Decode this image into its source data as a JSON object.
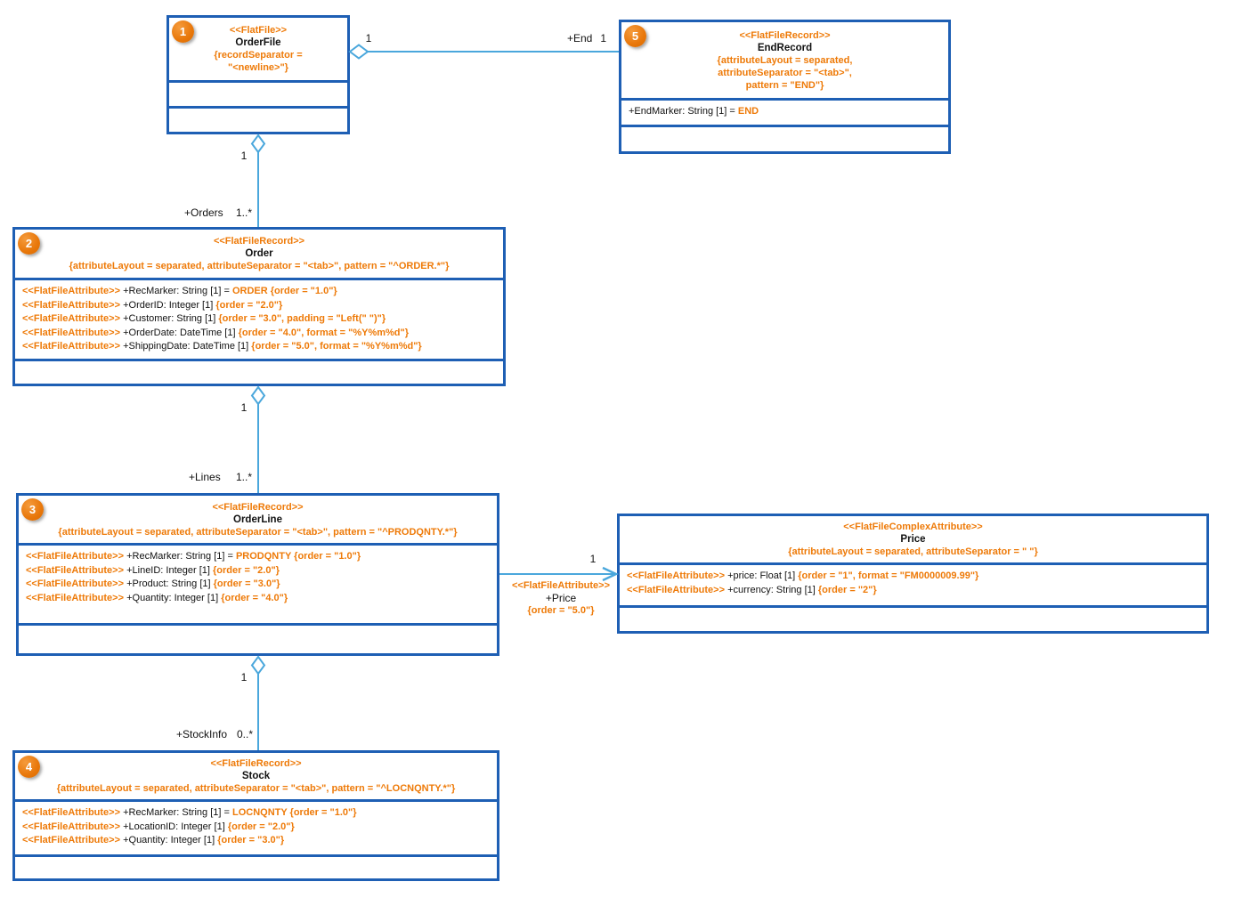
{
  "colors": {
    "box_border_blue": "#1E5FB4",
    "connector_blue": "#4AA7DC",
    "accent_orange": "#EE7A08",
    "badge_orange": "#E8770A"
  },
  "boxes": {
    "orderFile": {
      "badge": "1",
      "stereotype": "<<FlatFile>>",
      "name": "OrderFile",
      "constraint": "{recordSeparator =\n\"<newline>\"}",
      "attributes": []
    },
    "endRecord": {
      "badge": "5",
      "stereotype": "<<FlatFileRecord>>",
      "name": "EndRecord",
      "constraint": "{attributeLayout = separated,\nattributeSeparator = \"<tab>\",\npattern = \"END\"}",
      "attributes": [
        [
          {
            "t": "+EndMarker: String [1] = ",
            "s": "k"
          },
          {
            "t": "END",
            "s": "o"
          }
        ]
      ]
    },
    "order": {
      "badge": "2",
      "stereotype": "<<FlatFileRecord>>",
      "name": "Order",
      "constraint": "{attributeLayout = separated, attributeSeparator = \"<tab>\", pattern = \"^ORDER.*\"}",
      "attributes": [
        [
          {
            "t": "<<FlatFileAttribute>>",
            "s": "o"
          },
          {
            "t": " +RecMarker: String [1] = ",
            "s": "k"
          },
          {
            "t": "ORDER {order = \"1.0\"}",
            "s": "o"
          }
        ],
        [
          {
            "t": "<<FlatFileAttribute>>",
            "s": "o"
          },
          {
            "t": " +OrderID: Integer [1] ",
            "s": "k"
          },
          {
            "t": "{order = \"2.0\"}",
            "s": "o"
          }
        ],
        [
          {
            "t": "<<FlatFileAttribute>>",
            "s": "o"
          },
          {
            "t": " +Customer: String [1] ",
            "s": "k"
          },
          {
            "t": "{order = \"3.0\", padding = \"Left(\" \")\"}",
            "s": "o"
          }
        ],
        [
          {
            "t": "<<FlatFileAttribute>>",
            "s": "o"
          },
          {
            "t": " +OrderDate: DateTime [1] ",
            "s": "k"
          },
          {
            "t": "{order = \"4.0\", format = \"%Y%m%d\"}",
            "s": "o"
          }
        ],
        [
          {
            "t": "<<FlatFileAttribute>>",
            "s": "o"
          },
          {
            "t": " +ShippingDate: DateTime [1] ",
            "s": "k"
          },
          {
            "t": "{order = \"5.0\", format = \"%Y%m%d\"}",
            "s": "o"
          }
        ]
      ]
    },
    "orderLine": {
      "badge": "3",
      "stereotype": "<<FlatFileRecord>>",
      "name": "OrderLine",
      "constraint": "{attributeLayout = separated, attributeSeparator = \"<tab>\", pattern = \"^PRODQNTY.*\"}",
      "attributes": [
        [
          {
            "t": "<<FlatFileAttribute>>",
            "s": "o"
          },
          {
            "t": " +RecMarker: String [1] = ",
            "s": "k"
          },
          {
            "t": "PRODQNTY {order = \"1.0\"}",
            "s": "o"
          }
        ],
        [
          {
            "t": "<<FlatFileAttribute>>",
            "s": "o"
          },
          {
            "t": " +LineID: Integer [1] ",
            "s": "k"
          },
          {
            "t": "{order = \"2.0\"}",
            "s": "o"
          }
        ],
        [
          {
            "t": "<<FlatFileAttribute>>",
            "s": "o"
          },
          {
            "t": " +Product: String [1] ",
            "s": "k"
          },
          {
            "t": "{order = \"3.0\"}",
            "s": "o"
          }
        ],
        [
          {
            "t": "<<FlatFileAttribute>>",
            "s": "o"
          },
          {
            "t": " +Quantity: Integer [1] ",
            "s": "k"
          },
          {
            "t": "{order = \"4.0\"}",
            "s": "o"
          }
        ]
      ]
    },
    "price": {
      "stereotype": "<<FlatFileComplexAttribute>>",
      "name": "Price",
      "constraint": "{attributeLayout = separated, attributeSeparator = \" \"}",
      "attributes": [
        [
          {
            "t": "<<FlatFileAttribute>>",
            "s": "o"
          },
          {
            "t": " +price: Float [1] ",
            "s": "k"
          },
          {
            "t": "{order = \"1\", format = \"FM0000009.99\"}",
            "s": "o"
          }
        ],
        [
          {
            "t": "<<FlatFileAttribute>>",
            "s": "o"
          },
          {
            "t": " +currency: String [1] ",
            "s": "k"
          },
          {
            "t": "{order = \"2\"}",
            "s": "o"
          }
        ]
      ]
    },
    "stock": {
      "badge": "4",
      "stereotype": "<<FlatFileRecord>>",
      "name": "Stock",
      "constraint": "{attributeLayout = separated, attributeSeparator = \"<tab>\", pattern = \"^LOCNQNTY.*\"}",
      "attributes": [
        [
          {
            "t": "<<FlatFileAttribute>>",
            "s": "o"
          },
          {
            "t": " +RecMarker: String [1] = ",
            "s": "k"
          },
          {
            "t": "LOCNQNTY {order = \"1.0\"}",
            "s": "o"
          }
        ],
        [
          {
            "t": "<<FlatFileAttribute>>",
            "s": "o"
          },
          {
            "t": " +LocationID: Integer [1] ",
            "s": "k"
          },
          {
            "t": "{order = \"2.0\"}",
            "s": "o"
          }
        ],
        [
          {
            "t": "<<FlatFileAttribute>>",
            "s": "o"
          },
          {
            "t": " +Quantity: Integer [1] ",
            "s": "k"
          },
          {
            "t": "{order = \"3.0\"}",
            "s": "o"
          }
        ]
      ]
    }
  },
  "connectors": {
    "fileEnd": {
      "wholeMult": "1",
      "role": "+End",
      "partMult": "1"
    },
    "fileOrders": {
      "wholeMult": "1",
      "role": "+Orders",
      "partMult": "1..*"
    },
    "orderLines": {
      "wholeMult": "1",
      "role": "+Lines",
      "partMult": "1..*"
    },
    "lineStock": {
      "wholeMult": "1",
      "role": "+StockInfo",
      "partMult": "0..*"
    },
    "linePrice": {
      "mult": "1",
      "stereotype": "<<FlatFileAttribute>>",
      "role": "+Price",
      "constraint": "{order = \"5.0\"}"
    }
  }
}
